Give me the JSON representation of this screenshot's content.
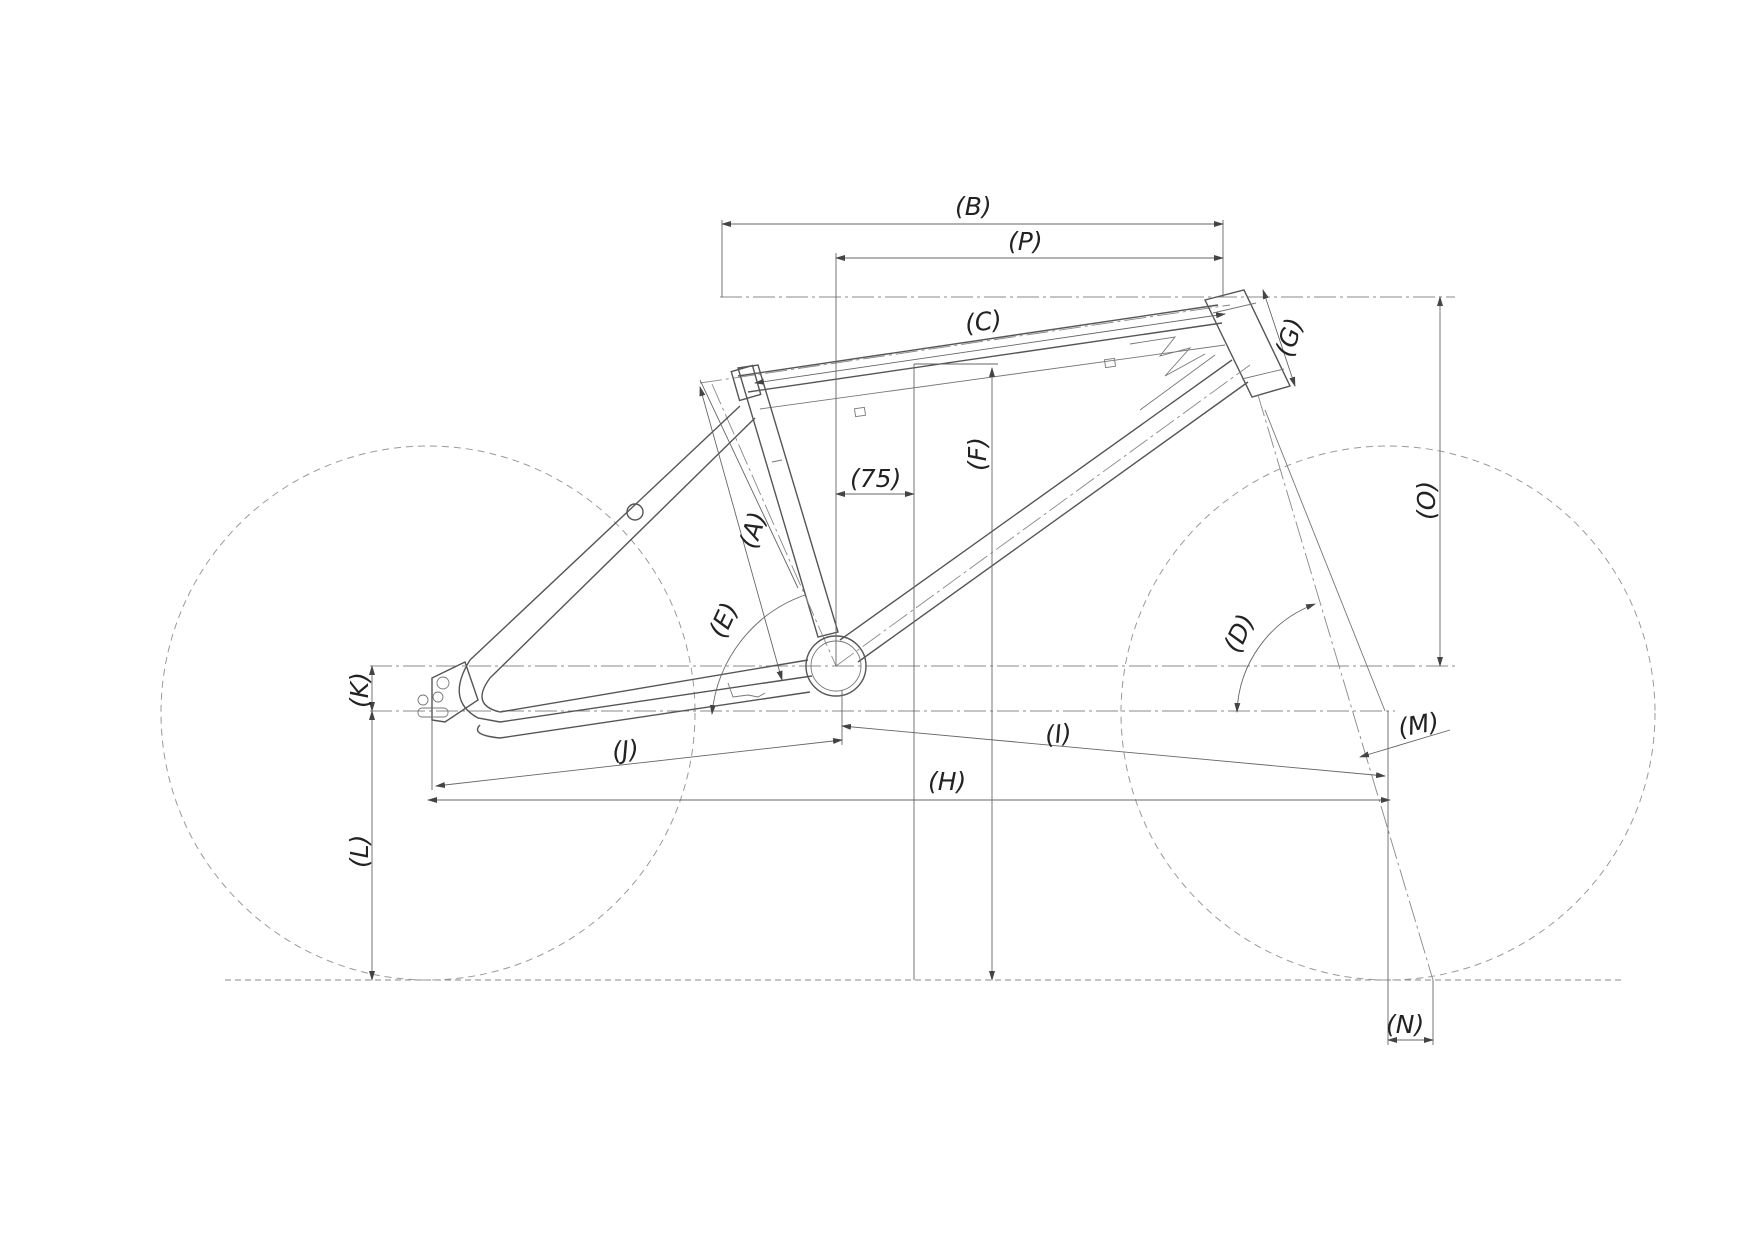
{
  "labels": {
    "A": "(A)",
    "B": "(B)",
    "C": "(C)",
    "D": "(D)",
    "E": "(E)",
    "F": "(F)",
    "G": "(G)",
    "H": "(H)",
    "I": "(I)",
    "J": "(J)",
    "K": "(K)",
    "L": "(L)",
    "M": "(M)",
    "N": "(N)",
    "O": "(O)",
    "P": "(P)",
    "seat_offset": "(75)"
  }
}
